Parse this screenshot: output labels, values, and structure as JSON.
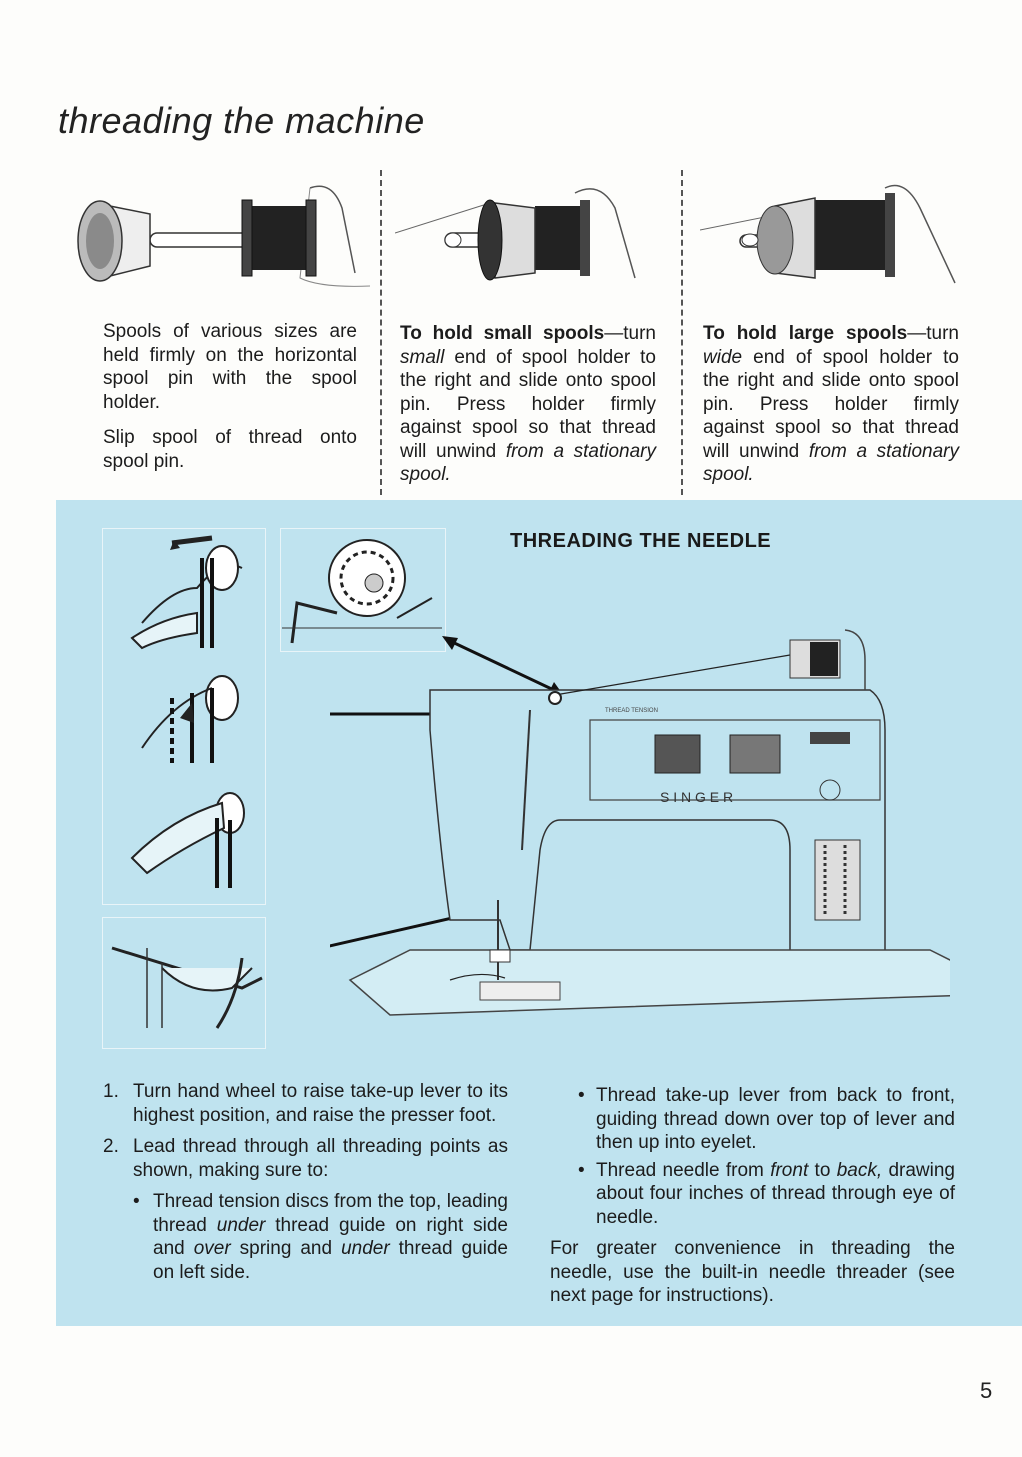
{
  "title": "threading the machine",
  "spool_columns": [
    {
      "paragraph1": "Spools of various sizes are held firmly on the horizontal spool pin with the spool holder.",
      "paragraph2": "Slip spool of thread onto spool pin."
    },
    {
      "lead": "To hold small spools",
      "lead_tail": "—turn",
      "em1": "small",
      "text1": " end of spool holder to the right and slide onto spool pin. Press holder firmly against spool so that thread will unwind ",
      "em2": "from a stationary spool."
    },
    {
      "lead": "To hold large spools",
      "lead_tail": "—turn",
      "em1": "wide",
      "text1": " end of spool holder to the right and slide onto spool pin. Press holder firmly against spool so that thread will unwind ",
      "em2": "from a stationary spool."
    }
  ],
  "panel": {
    "heading": "THREADING THE NEEDLE",
    "machine_brand": "S I N G E R",
    "background": "#bfe3ef"
  },
  "steps": {
    "step1_num": "1.",
    "step1": "Turn hand wheel to raise take-up lever to its highest position, and raise the presser foot.",
    "step2_num": "2.",
    "step2": "Lead thread through all threading points as shown, making sure to:",
    "bullet1_a": "Thread tension discs from the top, leading thread ",
    "bullet1_em1": "under",
    "bullet1_b": " thread guide on right side and ",
    "bullet1_em2": "over",
    "bullet1_c": " spring and ",
    "bullet1_em3": "under",
    "bullet1_d": " thread guide on left side.",
    "bullet2": "Thread take-up lever from back to front, guiding thread down over top of lever and then up into eyelet.",
    "bullet3_a": "Thread needle from ",
    "bullet3_em1": "front",
    "bullet3_b": " to ",
    "bullet3_em2": "back,",
    "bullet3_c": " drawing about four inches of thread through eye of needle.",
    "closing": "For greater convenience in threading the needle, use the built-in needle threader (see next page for instructions).",
    "bullet_glyph": "•"
  },
  "page_number": "5"
}
